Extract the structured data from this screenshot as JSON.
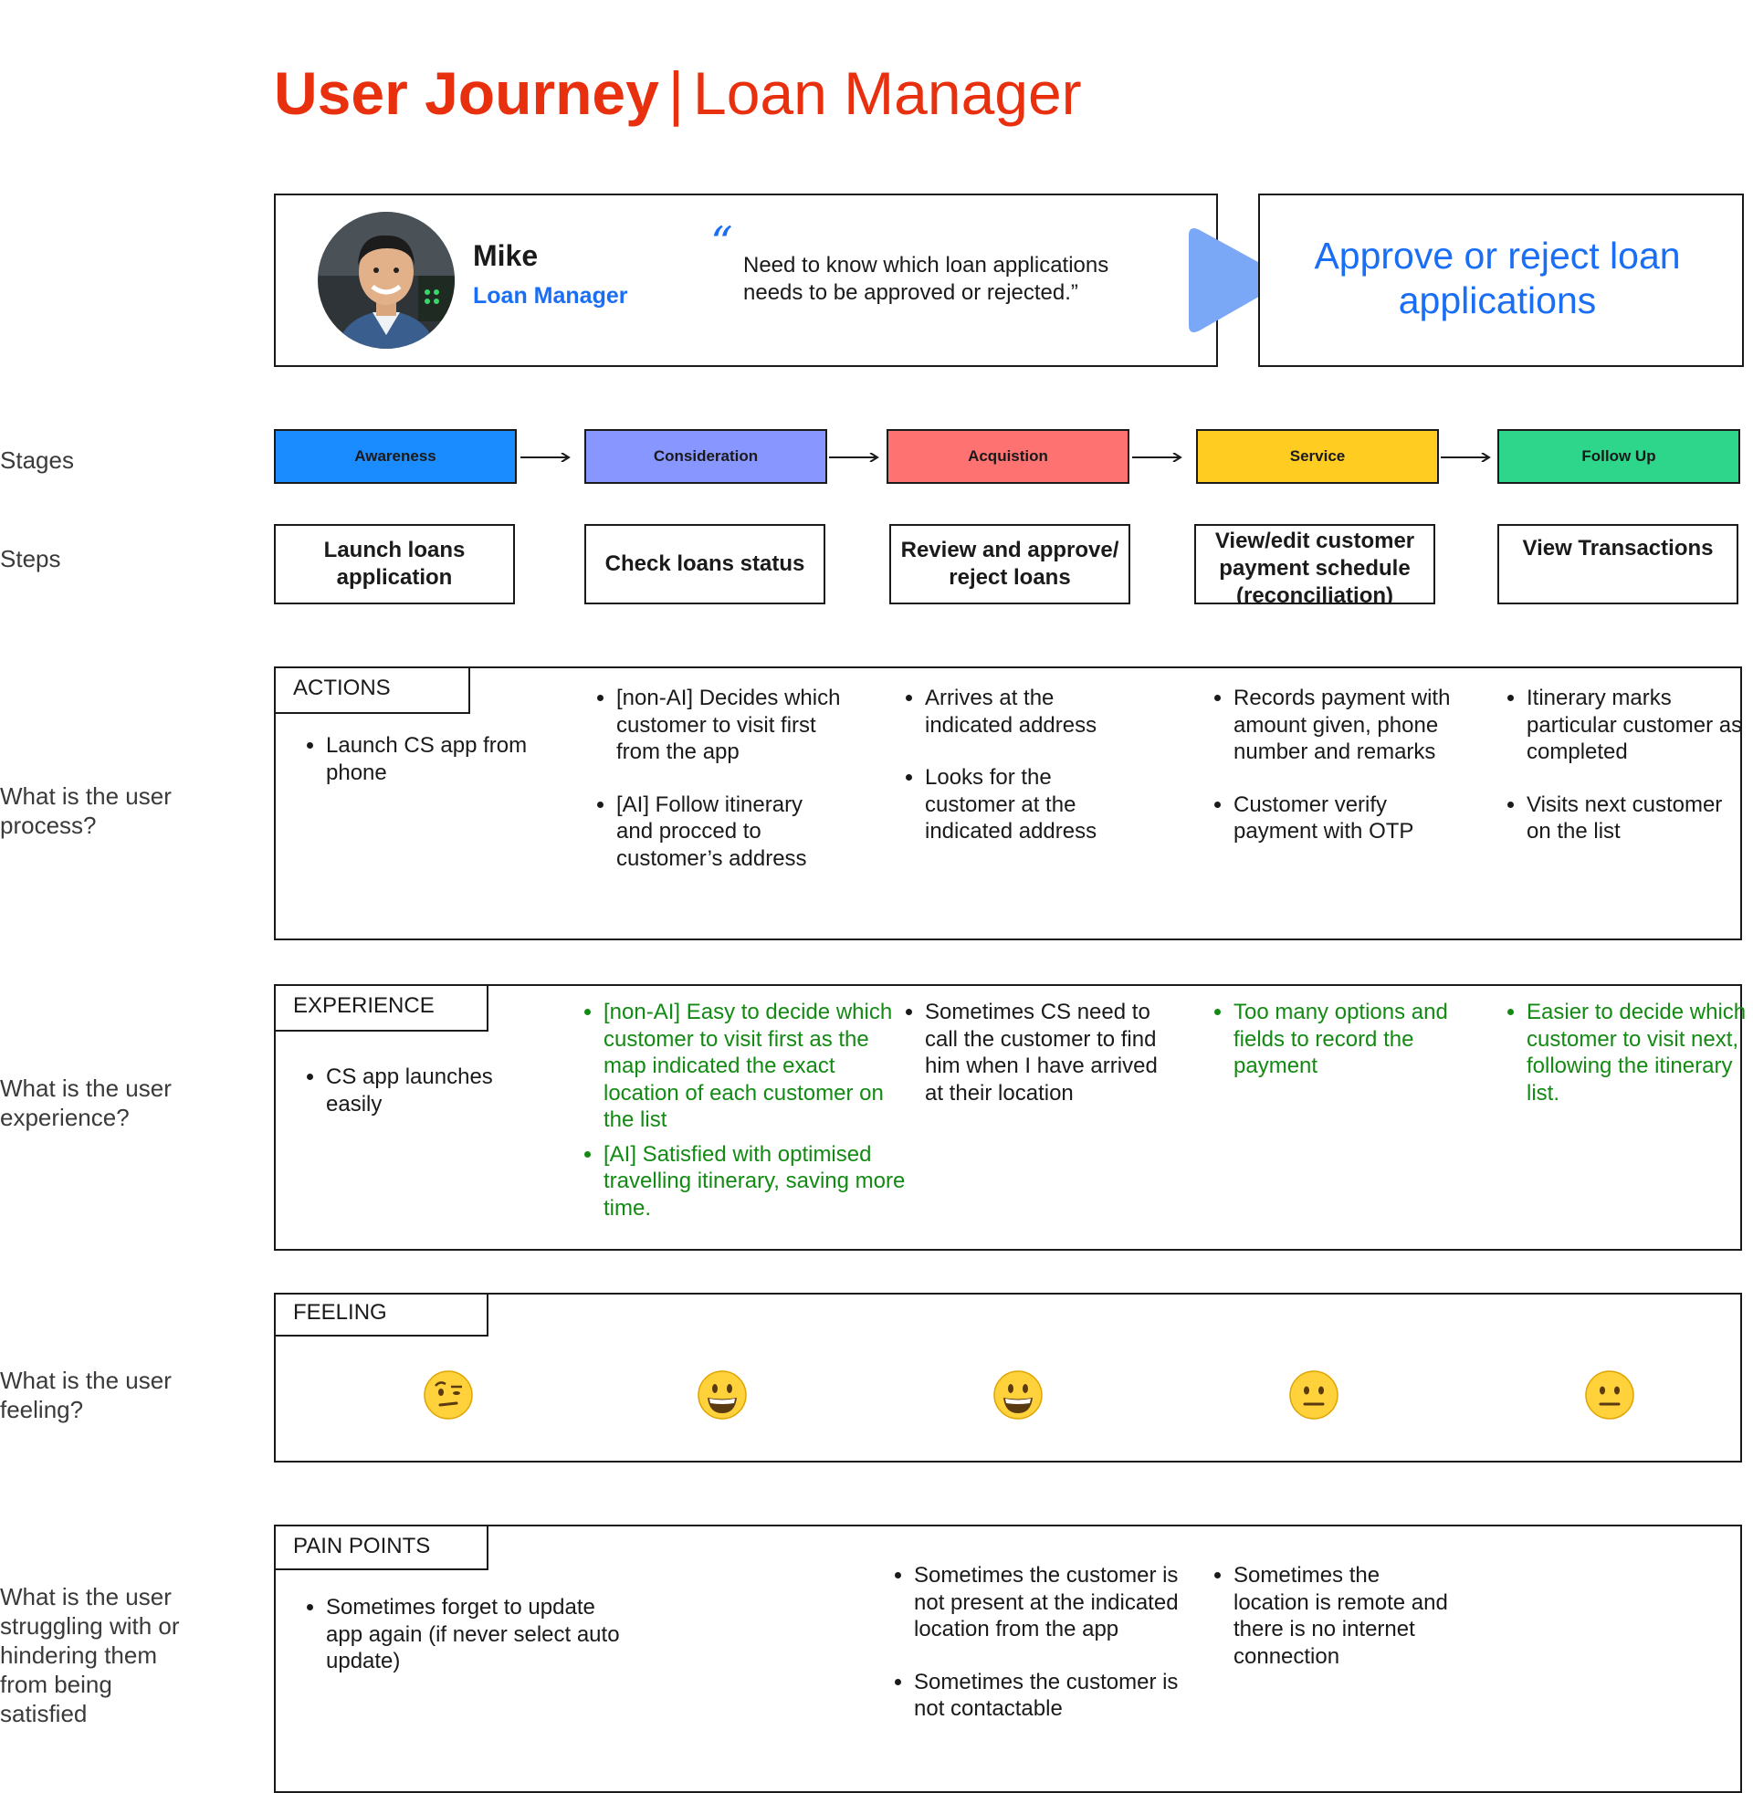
{
  "title": {
    "bold": "User Journey",
    "separator": "|",
    "rest": "Loan Manager"
  },
  "persona": {
    "name": "Mike",
    "role": "Loan Manager",
    "quote_mark": "“",
    "quote": "Need to know which loan applications needs to be approved or rejected.”",
    "goal": "Approve or reject loan applications"
  },
  "row_labels": {
    "stages": "Stages",
    "steps": "Steps",
    "process": "What is the user process?",
    "experience": "What is the user experience?",
    "feeling": "What is the user feeling?",
    "pain": "What is the user struggling with or hindering them from being satisfied"
  },
  "stages": [
    {
      "label": "Awareness",
      "color": "#1a8cff"
    },
    {
      "label": "Consideration",
      "color": "#8896ff"
    },
    {
      "label": "Acquistion",
      "color": "#ff7272"
    },
    {
      "label": "Service",
      "color": "#ffcc22"
    },
    {
      "label": "Follow Up",
      "color": "#2dd68a"
    }
  ],
  "steps": [
    "Launch loans application",
    "Check loans status",
    "Review and approve/ reject loans",
    "View/edit customer payment schedule (reconciliation)",
    "View Transactions"
  ],
  "sections": {
    "actions": "ACTIONS",
    "experience": "EXPERIENCE",
    "feeling": "FEELING",
    "pain_points": "PAIN POINTS"
  },
  "actions": [
    [
      "Launch CS app from phone"
    ],
    [
      "[non-AI] Decides which customer to visit first from the app",
      "[AI] Follow itinerary and procced to customer’s address"
    ],
    [
      "Arrives at the indicated address",
      "Looks for the customer at the indicated address"
    ],
    [
      "Records payment with amount given, phone number and remarks",
      "Customer verify payment with OTP"
    ],
    [
      "Itinerary marks particular customer as completed",
      "Visits next customer on the list"
    ]
  ],
  "experience": [
    [
      "CS app launches easily"
    ],
    [
      "[non-AI] Easy to decide which customer to visit first as the map indicated the exact location of each customer on the list",
      "[AI] Satisfied with optimised travelling itinerary, saving more time."
    ],
    [
      "Sometimes CS need to call the customer to find him when I have arrived at their location"
    ],
    [
      "Too many options and fields to record the payment"
    ],
    [
      "Easier to decide which customer to visit next, following the itinerary list."
    ]
  ],
  "experience_colors": {
    "positive": "#138a13",
    "neutral": "#1a1a1a"
  },
  "feelings": [
    "raised-eyebrow-face",
    "grinning-face",
    "grinning-face",
    "neutral-face",
    "neutral-face"
  ],
  "pain_points": [
    [
      "Sometimes forget to update app again (if never select auto update)"
    ],
    [
      "Sometimes the customer is not present at the indicated location from the app",
      "Sometimes the customer is not contactable"
    ],
    [
      "Sometimes the location is remote and there is no internet connection"
    ]
  ],
  "colors": {
    "title": "#e8300f",
    "accent_blue": "#1a6ef5",
    "play_arrow": "#7aa8f7"
  }
}
